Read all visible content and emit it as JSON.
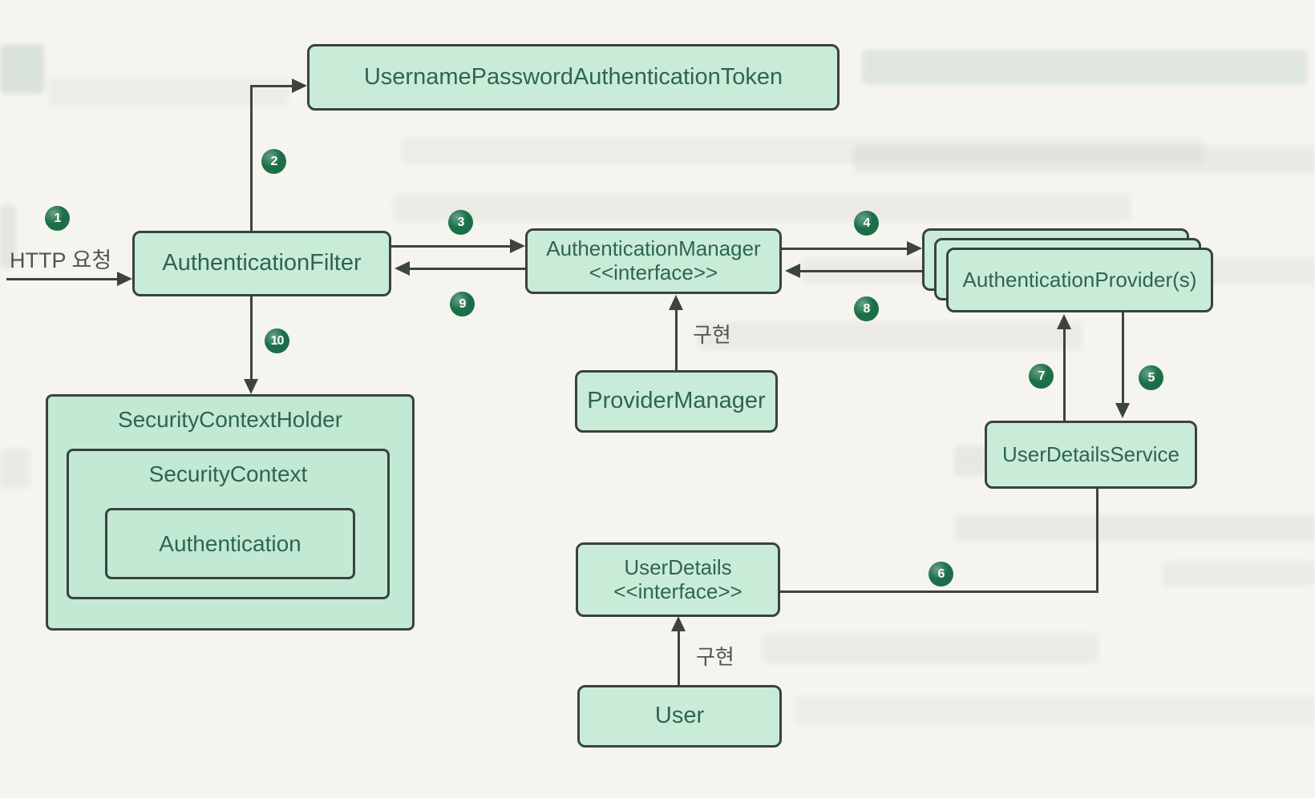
{
  "diagram": {
    "title_semantic": "Spring Security authentication flow diagram",
    "labels": {
      "http_request": "HTTP 요청",
      "implements": "구현"
    },
    "boxes": {
      "token": "UsernamePasswordAuthenticationToken",
      "filter": "AuthenticationFilter",
      "manager_title": "AuthenticationManager",
      "manager_stereotype": "<<interface>>",
      "providers": "AuthenticationProvider(s)",
      "provider_manager": "ProviderManager",
      "security_context_holder": "SecurityContextHolder",
      "security_context": "SecurityContext",
      "authentication": "Authentication",
      "user_details_service": "UserDetailsService",
      "user_details_title": "UserDetails",
      "user_details_stereotype": "<<interface>>",
      "user": "User"
    },
    "steps": {
      "s1": "1",
      "s2": "2",
      "s3": "3",
      "s4": "4",
      "s5": "5",
      "s6": "6",
      "s7": "7",
      "s8": "8",
      "s9": "9",
      "s10": "10"
    },
    "colors": {
      "page_bg": "#f6f4ef",
      "box_fill": "#c9ecd9",
      "group_fill": "#c2e9d3",
      "box_border": "#39433e",
      "box_text": "#2e6550",
      "arrow": "#3c4440",
      "badge_bg": "#1a6f48",
      "badge_text": "#ffffff"
    }
  }
}
